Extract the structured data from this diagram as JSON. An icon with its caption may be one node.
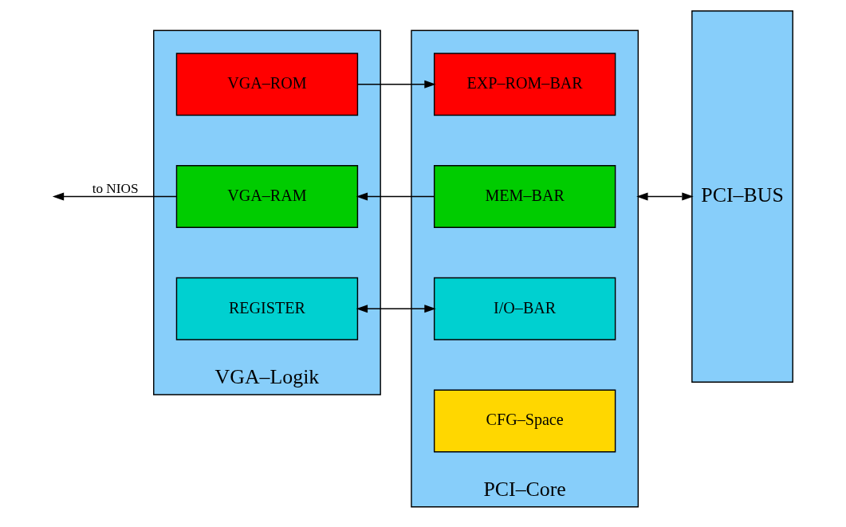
{
  "diagram": {
    "nodes": [
      {
        "text": [
          "VGA–Logik"
        ]
      },
      {
        "text": [
          "REGISTER"
        ],
        "in": 0
      },
      {
        "text": [
          "VGA–RAM"
        ],
        "in": 0
      },
      {
        "text": [
          "VGA–ROM"
        ],
        "in": 0
      },
      {
        "text": [
          "PCI–Core"
        ]
      },
      {
        "text": [
          "CFG–Space"
        ],
        "in": 4
      },
      {
        "text": [
          "I/O–BAR"
        ],
        "in": 4
      },
      {
        "text": [
          "MEM–BAR"
        ],
        "in": 4
      },
      {
        "text": [
          "EXP–ROM–BAR"
        ],
        "in": 4
      },
      {
        "text": [
          "PCI–BUS"
        ]
      }
    ],
    "edges": [
      {
        "from": 1,
        "to": 6,
        "arrow": "both"
      },
      {
        "from": 7,
        "to": 2,
        "arrow": "to"
      },
      {
        "from": 3,
        "to": 8,
        "arrow": "to"
      },
      {
        "from": 2,
        "to": null,
        "arrow": "to",
        "label": "to NIOS"
      },
      {
        "from": 4,
        "to": 9,
        "arrow": "both"
      }
    ]
  }
}
